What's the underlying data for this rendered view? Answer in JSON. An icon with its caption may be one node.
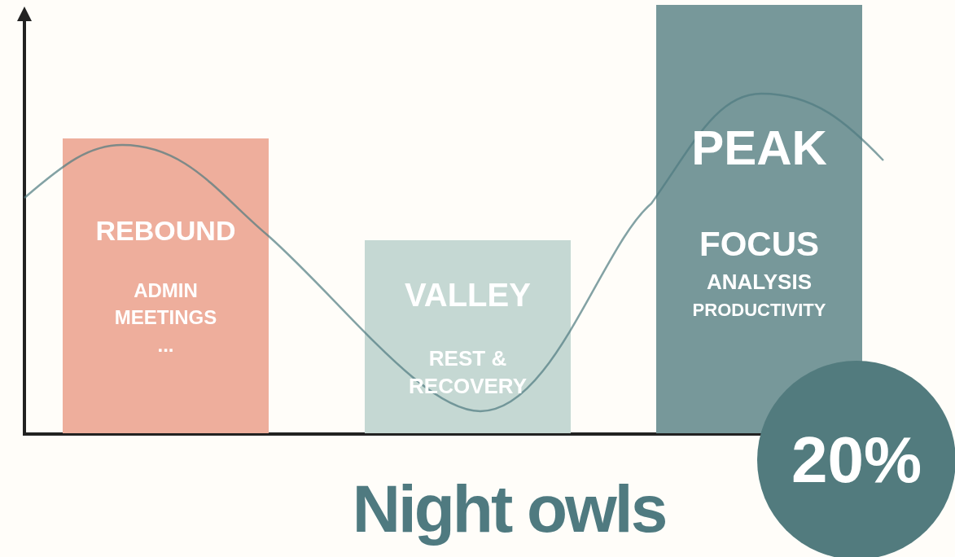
{
  "diagram": {
    "title": "Night owls",
    "nodes": [
      {
        "text": [
          "REBOUND",
          "ADMIN",
          "MEETINGS",
          "..."
        ]
      },
      {
        "text": [
          "VALLEY",
          "REST & RECOVERY"
        ]
      },
      {
        "text": [
          "PEAK",
          "FOCUS",
          "ANALYSIS",
          "PRODUCTIVITY"
        ]
      },
      {
        "text": [
          "20%"
        ]
      }
    ],
    "edges": []
  }
}
